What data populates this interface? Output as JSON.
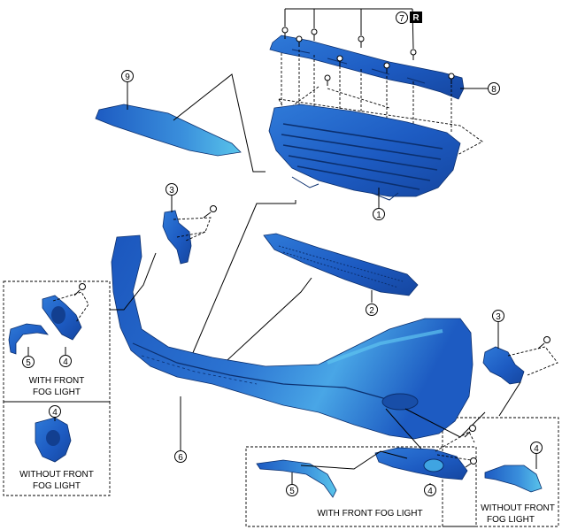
{
  "callouts": {
    "c1": "1",
    "c2": "2",
    "c3a": "3",
    "c3b": "3",
    "c4a": "4",
    "c4b": "4",
    "c4c": "4",
    "c4d": "4",
    "c5a": "5",
    "c5b": "5",
    "c6": "6",
    "c7": "7",
    "c8": "8",
    "c9": "9"
  },
  "reuse_mark": "R",
  "labels": {
    "left_with_fog_1": "WITH FRONT",
    "left_with_fog_2": "FOG LIGHT",
    "left_without_fog_1": "WITHOUT FRONT",
    "left_without_fog_2": "FOG LIGHT",
    "bottom_with_fog": "WITH FRONT FOG LIGHT",
    "right_without_fog_1": "WITHOUT FRONT",
    "right_without_fog_2": "FOG LIGHT"
  },
  "colors": {
    "part_blue": "#1f5fc4",
    "part_light": "#4aa8e8",
    "outline": "#0b2f6e"
  }
}
